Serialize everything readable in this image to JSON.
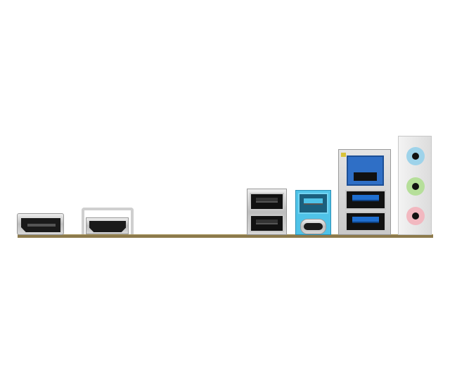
{
  "ports": [
    {
      "name": "displayport",
      "icon": "displayport-icon"
    },
    {
      "name": "hdmi",
      "icon": "hdmi-icon"
    },
    {
      "name": "usb-2-stack",
      "icon": "usb-icon"
    },
    {
      "name": "usb-a-usb-c-combo",
      "icon": "usb-c-icon"
    },
    {
      "name": "lan-usb3-stack",
      "icon": "ethernet-icon"
    },
    {
      "name": "audio-jacks",
      "icon": "audio-jack-icon"
    }
  ],
  "colors": {
    "pcb": "#8c7a4c",
    "usb3_blue": "#1f6fd0",
    "combo_cyan": "#4fc3e8",
    "audio_blue": "#9ed3ea",
    "audio_green": "#b6df9a",
    "audio_pink": "#f2b8c0",
    "io_shield": "#dcdcdc"
  }
}
